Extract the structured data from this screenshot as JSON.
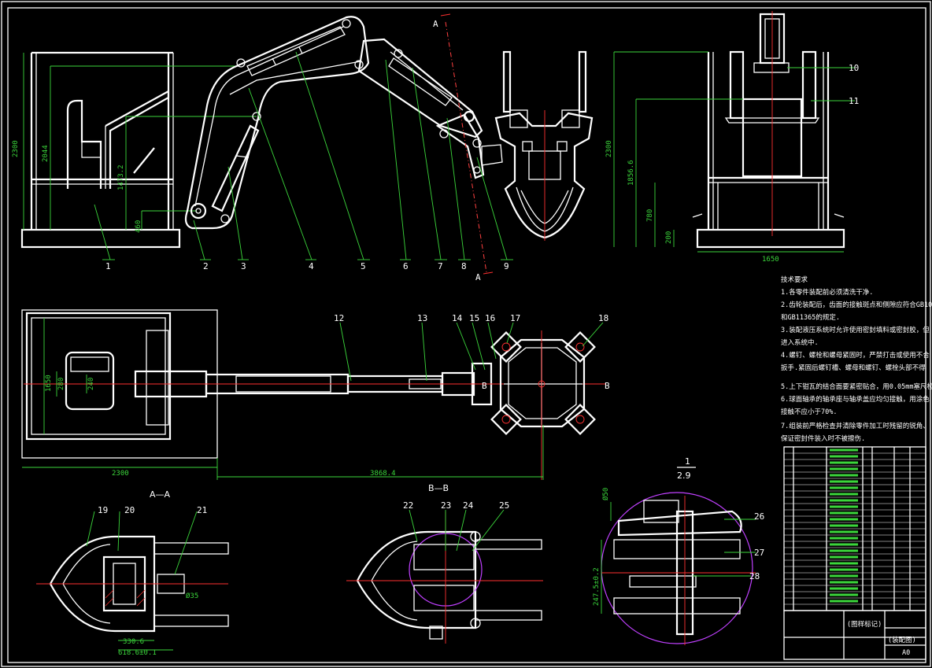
{
  "colors": {
    "background": "#000000",
    "geometry": "#ffffff",
    "dimension": "#3bd63b",
    "centerline": "#ff3030",
    "detail_circle": "#c040ff"
  },
  "part_numbers": {
    "p1": "1",
    "p2": "2",
    "p3": "3",
    "p4": "4",
    "p5": "5",
    "p6": "6",
    "p7": "7",
    "p8": "8",
    "p9": "9",
    "p10": "10",
    "p11": "11",
    "p12": "12",
    "p13": "13",
    "p14": "14",
    "p15": "15",
    "p16": "16",
    "p17": "17",
    "p18": "18",
    "p19": "19",
    "p20": "20",
    "p21": "21",
    "p22": "22",
    "p23": "23",
    "p24": "24",
    "p25": "25",
    "p26": "26",
    "p27": "27",
    "p28": "28"
  },
  "section_marks": {
    "a_top": "A",
    "a_bottom": "A",
    "b_left": "B",
    "b_right": "B"
  },
  "view_titles": {
    "section_aa": "A—A",
    "section_bb": "B—B",
    "detail_no": "1",
    "detail_scale": "2.9"
  },
  "dimensions": {
    "front_height": "2300",
    "front_2044": "2044",
    "front_1473": "1473.2",
    "front_460": "460",
    "side_height": "2300",
    "side_1856": "1856.6",
    "side_780": "780",
    "side_200": "200",
    "side_width": "1650",
    "plan_1650": "1650",
    "plan_280": "280",
    "plan_240": "240",
    "plan_2300": "2300",
    "plan_3868": "3868.4",
    "aa_330": "330.6",
    "aa_618": "618.6±0.1",
    "aa_phi35": "Ø35",
    "det_247": "247.5±0.2",
    "det_phi": "Ø50"
  },
  "notes": {
    "title": "技术要求",
    "lines": [
      "1.各零件装配前必须清洗干净.",
      "2.齿轮装配后，齿面的接触斑点和侧隙应符合GB10",
      "和GB11365的规定.",
      "3.装配液压系统时允许使用密封填料或密封胶，但",
      "进入系统中.",
      "4.螺钉、螺栓和螺母紧固时，严禁打击或使用不合",
      "扳手.紧固后螺钉槽、螺母和螺钉、螺栓头部不得",
      "5.上下钳瓦的结合面要紧密贴合，用0.05mm塞尺检",
      "6.球面轴承的轴承座与轴承盖应均匀接触，用涂色",
      "接触不应小于70%.",
      "7.组装前严格检查并清除零件加工时残留的锐角、",
      "保证密封件装入时不被擦伤."
    ]
  },
  "title_block": {
    "scale_label": "(图样标记)",
    "drawing_name": "(装配图)",
    "sheet_size": "A0"
  }
}
